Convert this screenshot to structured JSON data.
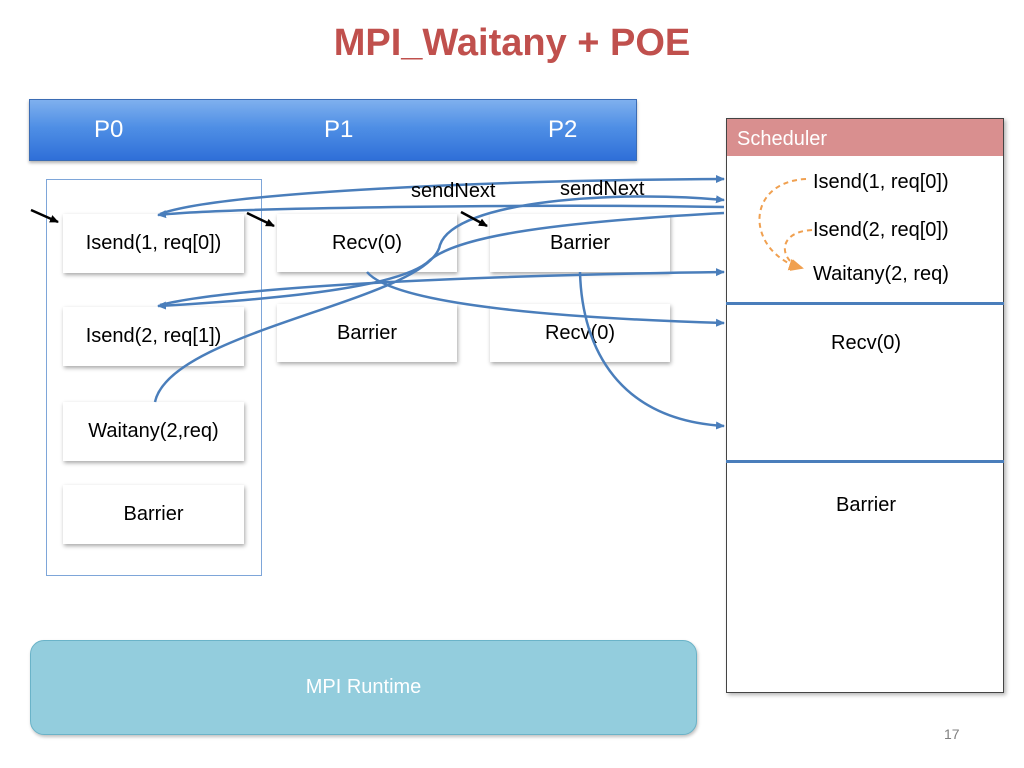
{
  "title": "MPI_Waitany + POE",
  "processes": [
    "P0",
    "P1",
    "P2"
  ],
  "p0_ops": [
    "Isend(1, req[0])",
    "Isend(2, req[1])",
    "Waitany(2,req)",
    "Barrier"
  ],
  "p1_ops": [
    "Recv(0)",
    "Barrier"
  ],
  "p2_ops": [
    "Barrier",
    "Recv(0)"
  ],
  "scheduler": {
    "title": "Scheduler",
    "group1": [
      "Isend(1, req[0])",
      "Isend(2, req[0])",
      "Waitany(2, req)"
    ],
    "group2": [
      "Recv(0)"
    ],
    "group3": [
      "Barrier"
    ]
  },
  "annotations": [
    "sendNext",
    "sendNext"
  ],
  "runtime_label": "MPI Runtime",
  "slide_number": "17",
  "colors": {
    "title": "#c0504d",
    "arrow_blue": "#4a7ebb",
    "arrow_orange": "#f0a050",
    "scheduler_header": "#d98f8f",
    "runtime": "#93cddd"
  }
}
